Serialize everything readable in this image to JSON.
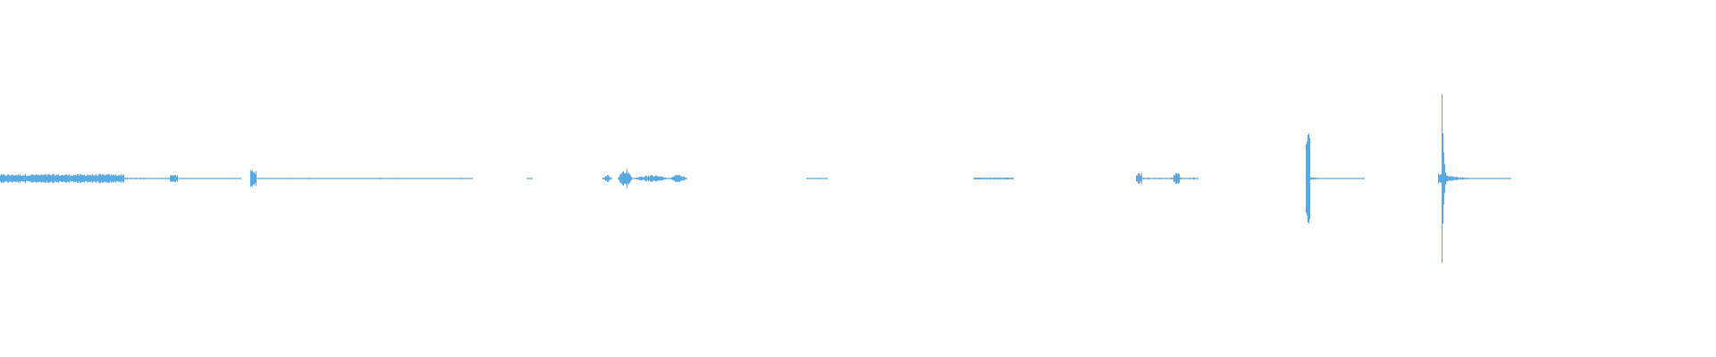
{
  "waveform": {
    "color": "#5aa9e0",
    "background": "#ffffff",
    "note": "",
    "clips": [
      {
        "start": 0.0,
        "end": 0.072,
        "peak": 0.025,
        "shape": "sustain"
      },
      {
        "start": 0.072,
        "end": 0.14,
        "peak": 0.005,
        "shape": "fade"
      },
      {
        "start": 0.099,
        "end": 0.103,
        "peak": 0.025,
        "shape": "spike"
      },
      {
        "start": 0.146,
        "end": 0.149,
        "peak": 0.05,
        "shape": "spike"
      },
      {
        "start": 0.148,
        "end": 0.275,
        "peak": 0.004,
        "shape": "sparse"
      },
      {
        "start": 0.307,
        "end": 0.31,
        "peak": 0.003,
        "shape": "sparse"
      },
      {
        "start": 0.351,
        "end": 0.356,
        "peak": 0.02,
        "shape": "burst"
      },
      {
        "start": 0.36,
        "end": 0.368,
        "peak": 0.06,
        "shape": "burst"
      },
      {
        "start": 0.369,
        "end": 0.39,
        "peak": 0.02,
        "shape": "burst"
      },
      {
        "start": 0.39,
        "end": 0.4,
        "peak": 0.025,
        "shape": "burst"
      },
      {
        "start": 0.47,
        "end": 0.482,
        "peak": 0.003,
        "shape": "sparse"
      },
      {
        "start": 0.567,
        "end": 0.59,
        "peak": 0.006,
        "shape": "sustain"
      },
      {
        "start": 0.662,
        "end": 0.698,
        "peak": 0.006,
        "shape": "sparse"
      },
      {
        "start": 0.662,
        "end": 0.665,
        "peak": 0.03,
        "shape": "spike"
      },
      {
        "start": 0.684,
        "end": 0.687,
        "peak": 0.03,
        "shape": "spike"
      },
      {
        "start": 0.761,
        "end": 0.795,
        "peak": 0.015,
        "shape": "decay"
      },
      {
        "start": 0.761,
        "end": 0.763,
        "peak": 0.27,
        "shape": "spike"
      },
      {
        "start": 0.838,
        "end": 0.88,
        "peak": 0.035,
        "shape": "decay"
      },
      {
        "start": 0.84,
        "end": 0.845,
        "peak": 0.5,
        "shape": "decay"
      }
    ]
  }
}
